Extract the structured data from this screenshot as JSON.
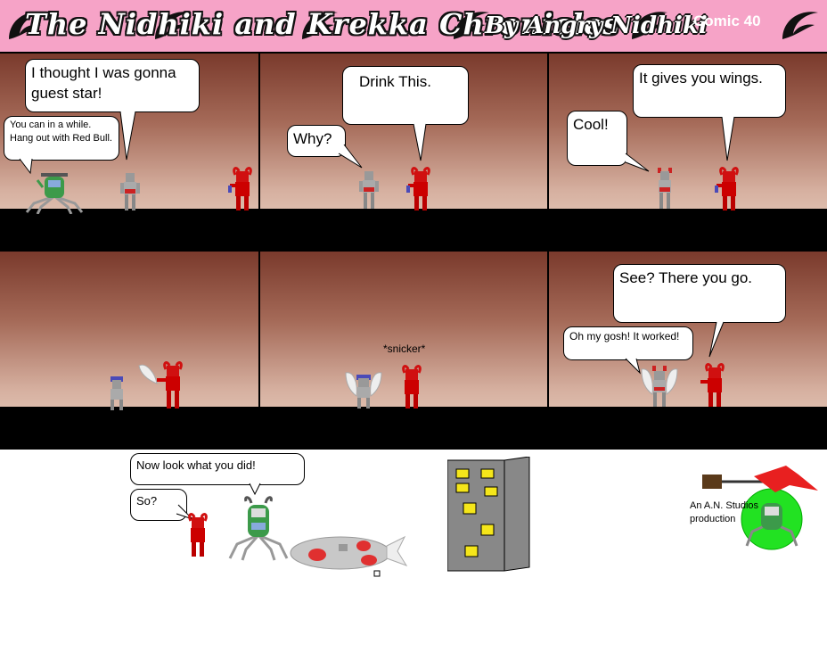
{
  "header": {
    "title": "The Nidhiki and Krekka Chronicles",
    "byline": "By Angry Nidhiki",
    "comic_number": "Comic 40"
  },
  "panels": {
    "p1": {
      "bubble_nidhiki": "I thought I was gonna guest star!",
      "bubble_krekka": "You can in a while. Hang out with Red Bull."
    },
    "p2": {
      "bubble_krekka": "Drink This.",
      "bubble_nidhiki": "Why?"
    },
    "p3": {
      "bubble_krekka": "It gives you wings.",
      "bubble_nidhiki": "Cool!"
    },
    "p5": {
      "sfx": "*snicker*"
    },
    "p6": {
      "bubble_krekka": "See?  There you go.",
      "bubble_nidhiki": "Oh my gosh!  It worked!"
    },
    "bottom": {
      "bubble_nidhiki": "Now look what you did!",
      "bubble_krekka": "So?"
    }
  },
  "footer": {
    "credit": "An A.N. Studios production"
  },
  "colors": {
    "header_pink": "#f6a3c7",
    "krekka_red": "#d01010",
    "nidhiki_green": "#3c9a4a",
    "building_gray": "#888888",
    "window_yellow": "#f5e61a"
  }
}
